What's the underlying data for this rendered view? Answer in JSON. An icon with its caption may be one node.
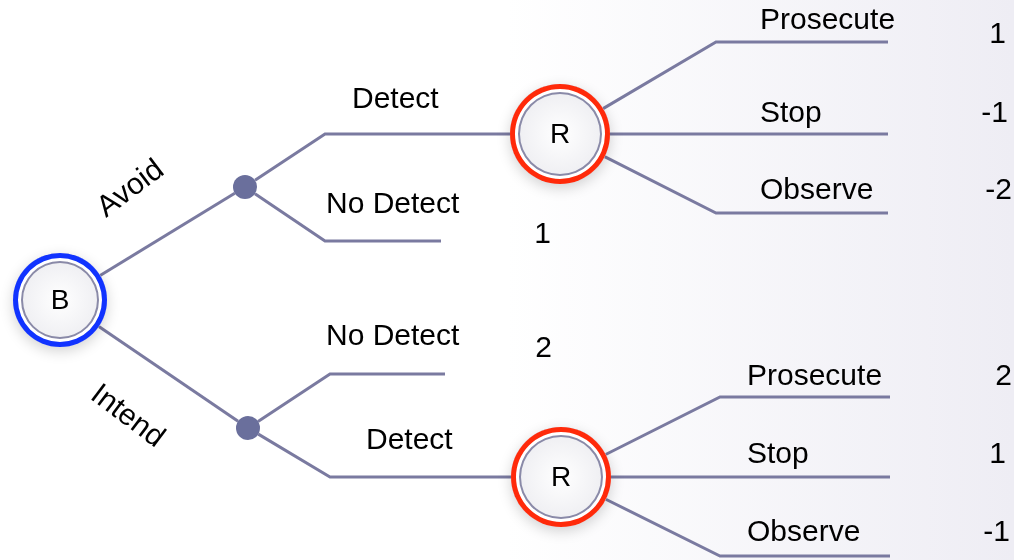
{
  "diagram": {
    "nodes": [
      {
        "text": [
          "B"
        ]
      },
      {
        "text": [],
        "shape": "circle"
      },
      {
        "text": [
          "R"
        ]
      },
      {
        "text": [],
        "shape": "circle"
      },
      {
        "text": [
          "R"
        ]
      }
    ],
    "edges": [
      {
        "from": 0,
        "to": 1,
        "arrow": "none",
        "label": "Avoid"
      },
      {
        "from": 0,
        "to": 3,
        "arrow": "none",
        "label": "Intend"
      },
      {
        "from": 1,
        "to": 2,
        "arrow": "none",
        "label": "Detect"
      },
      {
        "from": 1,
        "to": null,
        "arrow": "none",
        "label": "No Detect"
      },
      {
        "from": 2,
        "to": null,
        "arrow": "none",
        "label": "Prosecute"
      },
      {
        "from": 2,
        "to": null,
        "arrow": "none",
        "label": "Stop"
      },
      {
        "from": 2,
        "to": null,
        "arrow": "none",
        "label": "Observe"
      },
      {
        "from": 3,
        "to": null,
        "arrow": "none",
        "label": "No Detect"
      },
      {
        "from": 3,
        "to": 4,
        "arrow": "none",
        "label": "Detect"
      },
      {
        "from": 4,
        "to": null,
        "arrow": "none",
        "label": "Prosecute"
      },
      {
        "from": 4,
        "to": null,
        "arrow": "none",
        "label": "Stop"
      },
      {
        "from": 4,
        "to": null,
        "arrow": "none",
        "label": "Observe"
      }
    ],
    "labels": [
      "1",
      "-1",
      "-2",
      "1",
      "2",
      "2",
      "1",
      "-1"
    ]
  }
}
